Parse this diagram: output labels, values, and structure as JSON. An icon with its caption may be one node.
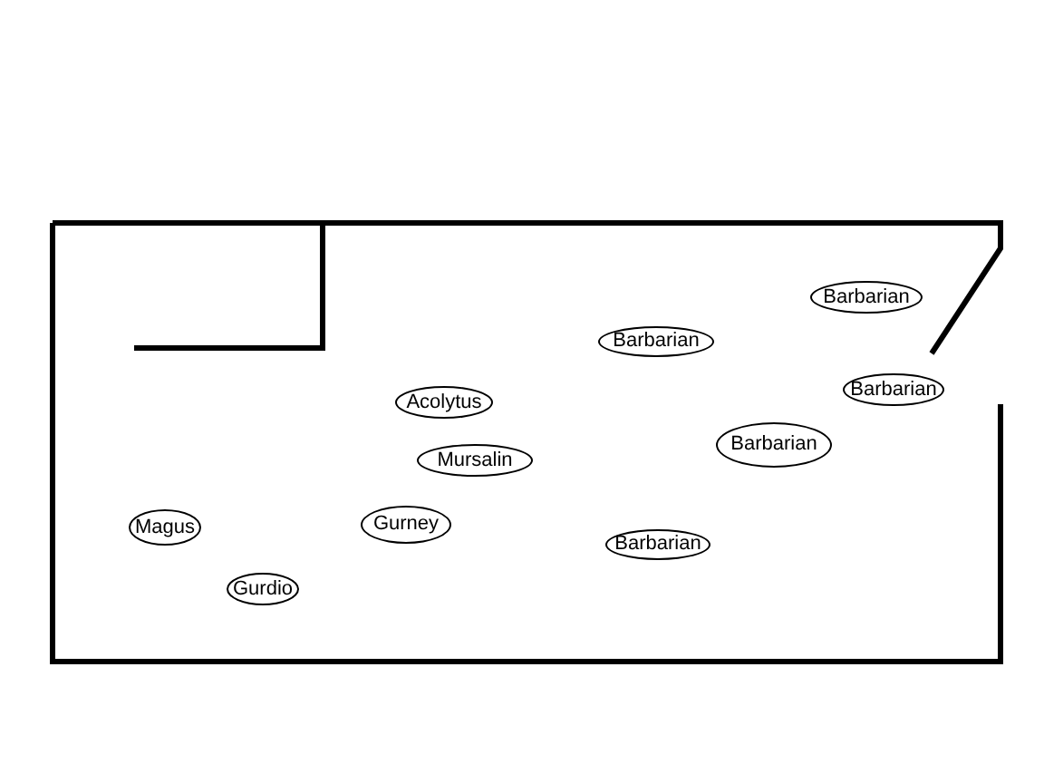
{
  "diagram": {
    "nodes": [
      {
        "text": [
          "Barbarian"
        ]
      },
      {
        "text": [
          "Barbarian"
        ]
      },
      {
        "text": [
          "Barbarian"
        ]
      },
      {
        "text": [
          "Acolytus"
        ]
      },
      {
        "text": [
          "Barbarian"
        ]
      },
      {
        "text": [
          "Mursalin"
        ]
      },
      {
        "text": [
          "Gurney"
        ]
      },
      {
        "text": [
          "Magus"
        ]
      },
      {
        "text": [
          "Barbarian"
        ]
      },
      {
        "text": [
          "Gurdio"
        ]
      }
    ],
    "edges": []
  }
}
